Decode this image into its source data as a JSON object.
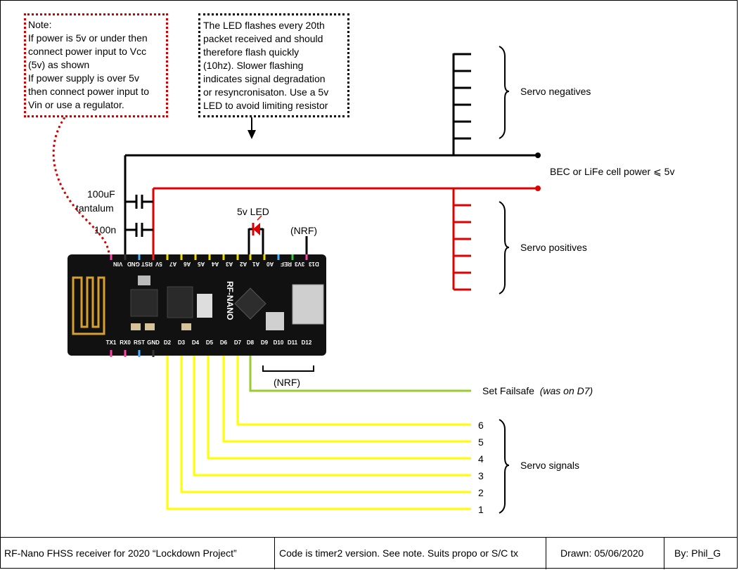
{
  "note_power": {
    "lines": [
      "Note:",
      "If power is 5v or under then",
      "connect power input to Vcc",
      "(5v) as shown",
      "If power supply is over 5v",
      "then connect power input to",
      "Vin or use a regulator."
    ]
  },
  "note_led": {
    "lines": [
      "The LED flashes every 20th",
      "packet received and should",
      "therefore flash quickly",
      "(10hz).  Slower flashing",
      "indicates signal degradation",
      "or resyncronisaton. Use a 5v",
      "LED to avoid limiting resistor"
    ]
  },
  "labels": {
    "servo_negatives": "Servo negatives",
    "bec_power": "BEC or LiFe cell power ⩽ 5v",
    "servo_positives": "Servo positives",
    "cap_tantalum_1": "100uF",
    "cap_tantalum_2": "tantalum",
    "cap_100n": "100n",
    "led": "5v LED",
    "nrf_top": "(NRF)",
    "nrf_bottom": "(NRF)",
    "set_failsafe": "Set Failsafe",
    "set_failsafe_note": "(was on D7)",
    "servo_signals": "Servo signals",
    "signal_numbers": [
      "6",
      "5",
      "4",
      "3",
      "2",
      "1"
    ],
    "board_name": "RF-NANO"
  },
  "board_pins": {
    "top": [
      "VIN",
      "GND",
      "RST",
      "5V",
      "A7",
      "A6",
      "A5",
      "A4",
      "A3",
      "A2",
      "A1",
      "A0",
      "REF",
      "3V3",
      "D13"
    ],
    "bottom": [
      "TX1",
      "RX0",
      "RST",
      "GND",
      "D2",
      "D3",
      "D4",
      "D5",
      "D6",
      "D7",
      "D8",
      "D9",
      "D10",
      "D11",
      "D12"
    ]
  },
  "footer": {
    "title": "RF-Nano FHSS receiver for 2020 “Lockdown Project”",
    "code_note": "Code is timer2 version. See note. Suits propo or S/C tx",
    "drawn": "Drawn: 05/06/2020",
    "by": "By:  Phil_G"
  },
  "colors": {
    "negative": "#000000",
    "positive": "#e00000",
    "signal": "#ffff00",
    "failsafe": "#99cc33",
    "board": "#111111"
  }
}
